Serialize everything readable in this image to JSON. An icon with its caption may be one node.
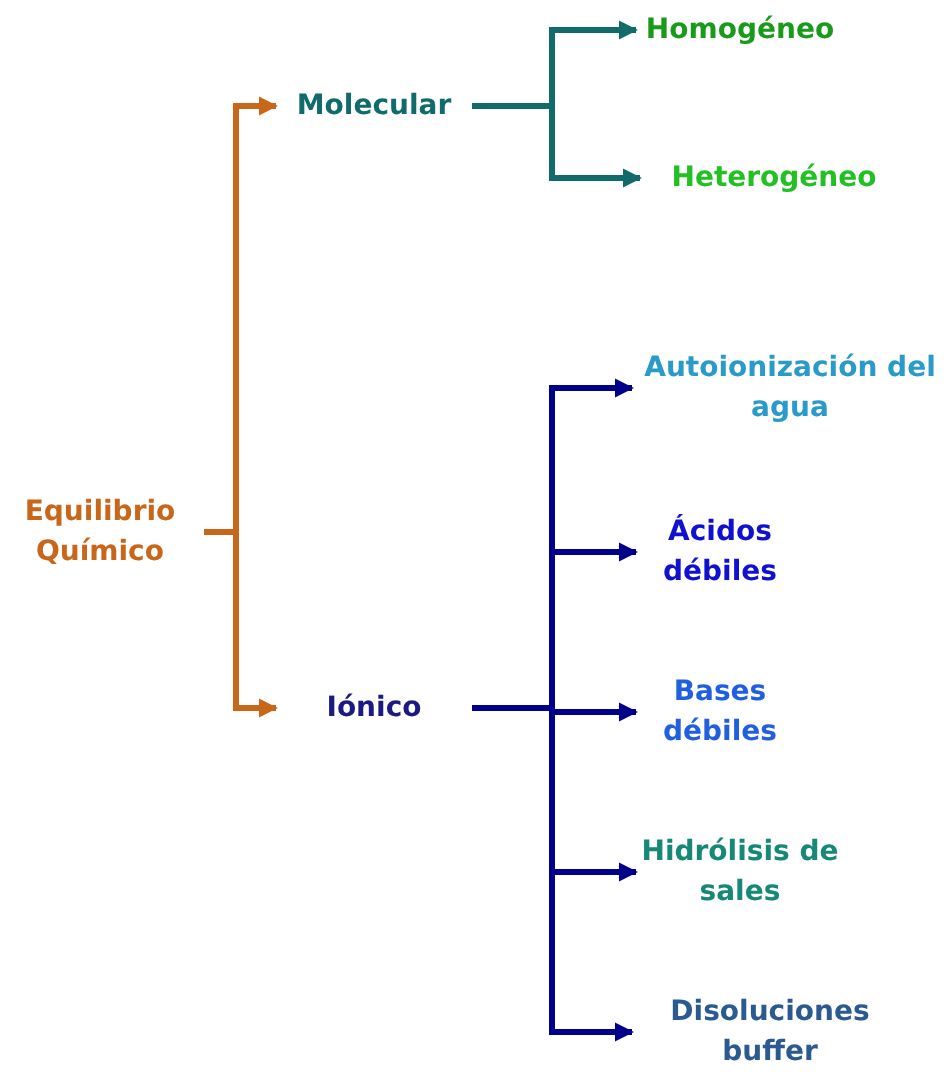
{
  "diagram": {
    "nodes": [
      {
        "text": [
          "Equilibrio Químico"
        ]
      },
      {
        "text": [
          "Molecular"
        ]
      },
      {
        "text": [
          "Iónico"
        ]
      },
      {
        "text": [
          "Homogéneo"
        ]
      },
      {
        "text": [
          "Heterogéneo"
        ]
      },
      {
        "text": [
          "Autoionización del agua"
        ]
      },
      {
        "text": [
          "Ácidos débiles"
        ]
      },
      {
        "text": [
          "Bases débiles"
        ]
      },
      {
        "text": [
          "Hidrólisis de sales"
        ]
      },
      {
        "text": [
          "Disoluciones buffer"
        ]
      }
    ],
    "edges": [
      {
        "from": 0,
        "to": 1,
        "arrow": "to",
        "color": "#c8661a"
      },
      {
        "from": 0,
        "to": 2,
        "arrow": "to",
        "color": "#c8661a"
      },
      {
        "from": 1,
        "to": 3,
        "arrow": "to",
        "color": "#126b6b"
      },
      {
        "from": 1,
        "to": 4,
        "arrow": "to",
        "color": "#126b6b"
      },
      {
        "from": 2,
        "to": 5,
        "arrow": "to"
      },
      {
        "from": 2,
        "to": 6,
        "arrow": "to"
      },
      {
        "from": 2,
        "to": 7,
        "arrow": "to"
      },
      {
        "from": 2,
        "to": 8,
        "arrow": "to"
      },
      {
        "from": 2,
        "to": 9,
        "arrow": "to"
      }
    ]
  }
}
